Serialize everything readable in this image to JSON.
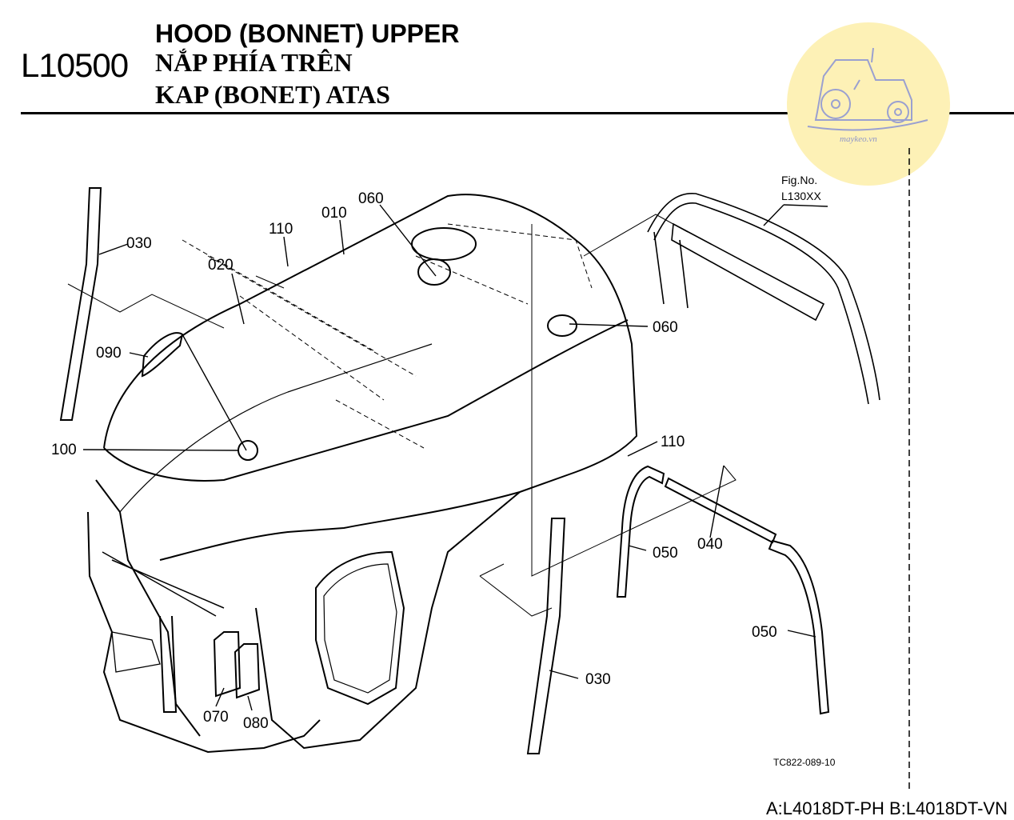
{
  "header": {
    "code": "L10500",
    "title_en": "HOOD (BONNET) UPPER",
    "title_vi": "NẮP PHÍA TRÊN",
    "title_id": "KAP (BONET) ATAS"
  },
  "watermark": {
    "text": "maykeo.vn",
    "icon": "tractor-icon",
    "color": "#fdf1b6"
  },
  "callouts": {
    "c010": "010",
    "c020": "020",
    "c030a": "030",
    "c030b": "030",
    "c040": "040",
    "c050a": "050",
    "c050b": "050",
    "c060a": "060",
    "c060b": "060",
    "c070": "070",
    "c080": "080",
    "c090": "090",
    "c100": "100",
    "c110a": "110",
    "c110b": "110"
  },
  "figref": {
    "label": "Fig.No.",
    "number": "L130XX"
  },
  "drawing_code": "TC822-089-10",
  "footer": {
    "models": "A:L4018DT-PH B:L4018DT-VN"
  }
}
